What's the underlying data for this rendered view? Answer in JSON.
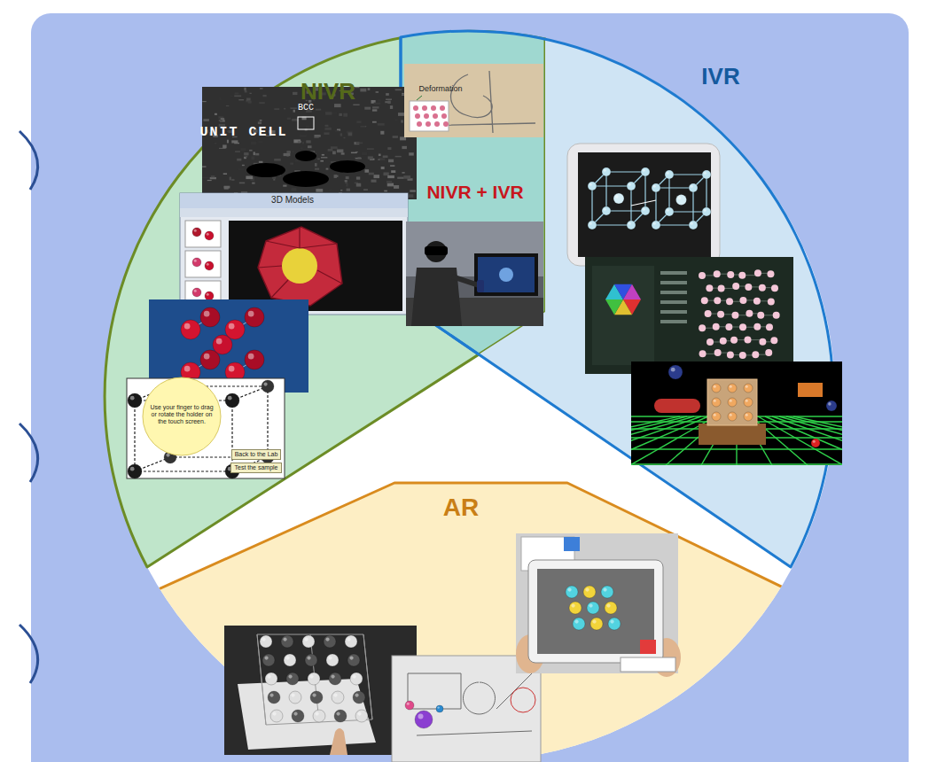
{
  "diagram": {
    "nodes": [
      {
        "text": [
          "NIVR"
        ]
      },
      {
        "text": [
          "NIVR + IVR"
        ]
      },
      {
        "text": [
          "IVR"
        ]
      },
      {
        "text": [
          "AR"
        ]
      }
    ],
    "labels": [
      "UNIT CELL",
      "BCC",
      "3D Models",
      "Deformation",
      "Use your finger to drag or rotate the holder on the touch screen.",
      "Back to the Lab",
      "Test the sample"
    ]
  }
}
